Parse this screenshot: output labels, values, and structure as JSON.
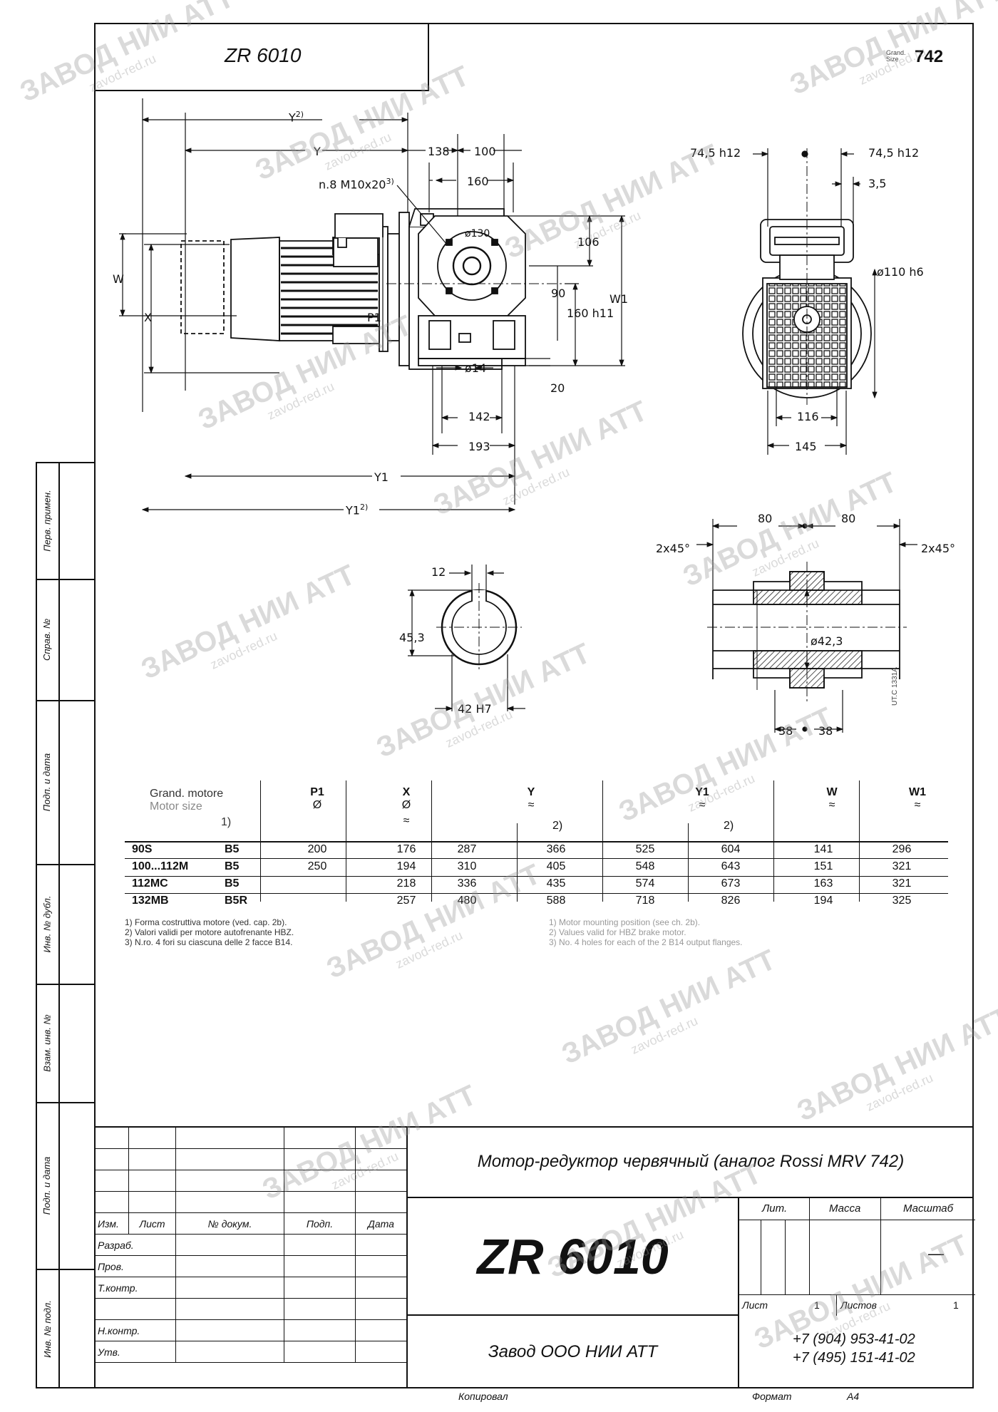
{
  "header": {
    "code": "ZR 6010",
    "grand_size_label_1": "Grand.",
    "grand_size_label_2": "Size",
    "grand_size_value": "742"
  },
  "side_labels": [
    "Перв. примен.",
    "Справ. №",
    "Подп. и дата",
    "Инв. № дубл.",
    "Взам. инв. №",
    "Подп. и дата",
    "Инв. № подл."
  ],
  "drawing_labels": {
    "y2": "Y",
    "y2_sup": "2)",
    "y": "Y",
    "d138": "138",
    "d100": "100",
    "d160": "160",
    "holes": "n.8 M10x20",
    "holes_sup": "3)",
    "d130": "ø130",
    "d106": "106",
    "w1": "W1",
    "w": "W",
    "x": "X",
    "p1": "P1",
    "d90": "90",
    "d160h11": "160 h11",
    "d14": "ø14",
    "d20": "20",
    "d142": "142",
    "d193": "193",
    "y1": "Y1",
    "y1b": "Y1",
    "y1b_sup": "2)",
    "d745l": "74,5 h12",
    "d745r": "74,5 h12",
    "d35": "3,5",
    "d110": "ø110 h6",
    "d116": "116",
    "d145": "145",
    "d80l": "80",
    "d80r": "80",
    "ch_l": "2x45°",
    "ch_r": "2x45°",
    "d12": "12",
    "d453": "45,3",
    "d42h7": "42 H7",
    "d423": "ø42,3",
    "d38l": "38",
    "d38r": "38",
    "utc": "UT.C 1331A"
  },
  "spec_table": {
    "head": {
      "motor_1": "Grand. motore",
      "motor_2": "Motor size",
      "motor_3": "1)",
      "p1": "P1",
      "p1_sym": "Ø",
      "x": "X",
      "x_sym": "Ø",
      "x_approx": "≈",
      "y": "Y",
      "y_approx": "≈",
      "y_note": "2)",
      "y1": "Y1",
      "y1_approx": "≈",
      "y1_note": "2)",
      "w": "W",
      "w_approx": "≈",
      "w1": "W1",
      "w1_approx": "≈"
    },
    "rows": [
      {
        "size": "90S",
        "form": "B5",
        "p1": "200",
        "x": "176",
        "y": "287",
        "y2": "366",
        "y1": "525",
        "y12": "604",
        "w": "141",
        "w1": "296"
      },
      {
        "size": "100...112M",
        "form": "B5",
        "p1": "250",
        "x": "194",
        "y": "310",
        "y2": "405",
        "y1": "548",
        "y12": "643",
        "w": "151",
        "w1": "321"
      },
      {
        "size": "112MC",
        "form": "B5",
        "p1": "",
        "x": "218",
        "y": "336",
        "y2": "435",
        "y1": "574",
        "y12": "673",
        "w": "163",
        "w1": "321"
      },
      {
        "size": "132MB",
        "form": "B5R",
        "p1": "",
        "x": "257",
        "y": "480",
        "y2": "588",
        "y1": "718",
        "y12": "826",
        "w": "194",
        "w1": "325"
      }
    ],
    "notes_it": [
      "1) Forma costruttiva motore (ved. cap. 2b).",
      "2) Valori validi per motore autofrenante HBZ.",
      "3) N.ro. 4 fori su ciascuna delle 2 facce B14."
    ],
    "notes_en": [
      "1) Motor mounting position (see ch. 2b).",
      "2) Values valid for HBZ brake motor.",
      "3) No. 4 holes for each of the 2 B14 output flanges."
    ]
  },
  "title_block": {
    "col_izm": "Изм.",
    "col_list": "Лист",
    "col_doc": "№ докум.",
    "col_podp": "Подп.",
    "col_date": "Дата",
    "razrab": "Разраб.",
    "prov": "Пров.",
    "tkontr": "Т.контр.",
    "nkontr": "Н.контр.",
    "utv": "Утв.",
    "description": "Мотор-редуктор червячный (аналог Rossi MRV 742)",
    "code": "ZR 6010",
    "lit": "Лит.",
    "massa": "Масса",
    "masshtab": "Масштаб",
    "scale_value": "—",
    "list_label": "Лист",
    "list_value": "1",
    "listov_label": "Листов",
    "listov_value": "1",
    "company": "Завод ООО НИИ АТТ",
    "phone_1": "+7 (904) 953-41-02",
    "phone_2": "+7 (495) 151-41-02",
    "kopiroval": "Копировал",
    "format_label": "Формат",
    "format_value": "A4"
  },
  "watermark": {
    "text": "ЗАВОД НИИ АТТ",
    "site": "zavod-red.ru"
  }
}
